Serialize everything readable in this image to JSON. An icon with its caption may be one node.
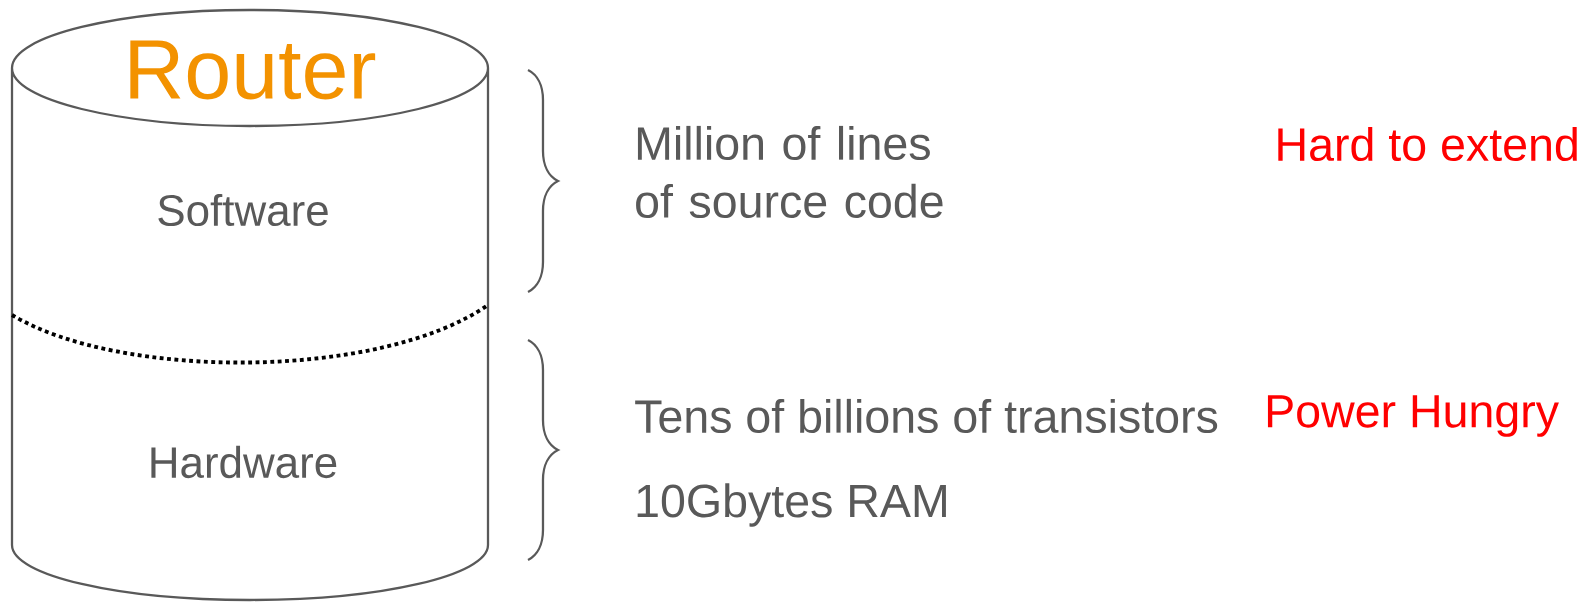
{
  "diagram": {
    "nodes": [
      {
        "text": [
          "Router",
          "Software",
          "Hardware"
        ]
      }
    ],
    "labels": [
      "Million of lines of source code",
      "Hard to extend",
      "Tens of billions of transistors",
      "Power Hungry",
      "10Gbytes RAM"
    ]
  }
}
